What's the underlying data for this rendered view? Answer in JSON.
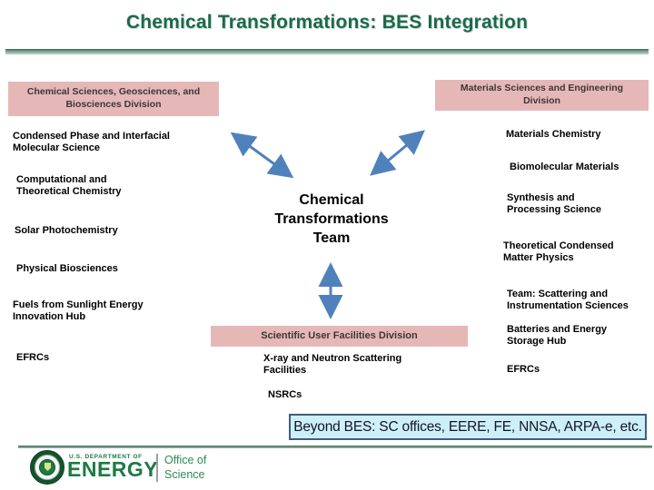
{
  "slide": {
    "title": "Chemical Transformations: BES Integration"
  },
  "left_division": {
    "header": "Chemical Sciences, Geosciences, and Biosciences Division",
    "items": [
      "Condensed Phase and Interfacial Molecular Science",
      "Computational and Theoretical Chemistry",
      "Solar Photochemistry",
      "Physical Biosciences",
      "Fuels from Sunlight Energy Innovation Hub",
      "EFRCs"
    ]
  },
  "right_division": {
    "header": "Materials Sciences and Engineering Division",
    "items": [
      "Materials Chemistry",
      "Biomolecular Materials",
      "Synthesis and Processing Science",
      "Theoretical Condensed Matter Physics",
      "Team: Scattering and Instrumentation Sciences",
      "Batteries and Energy Storage Hub",
      "EFRCs"
    ]
  },
  "center": {
    "team": "Chemical Transformations Team"
  },
  "facilities_division": {
    "header": "Scientific User Facilities Division",
    "items": [
      "X-ray and Neutron Scattering Facilities",
      "NSRCs"
    ]
  },
  "banner": {
    "text": "Beyond BES: SC offices, EERE, FE, NNSA, ARPA-e, etc."
  },
  "footer": {
    "dept_prefix": "U.S. DEPARTMENT OF",
    "dept_name": "ENERGY",
    "office_line1": "Office of",
    "office_line2": "Science"
  },
  "colors": {
    "title_green": "#1b6a4a",
    "division_box_pink": "#e5b8b7",
    "arrow_blue": "#4f81bd",
    "banner_bg": "#cdeff8",
    "banner_border": "#3f5e7e",
    "energy_green": "#1e7a44"
  }
}
